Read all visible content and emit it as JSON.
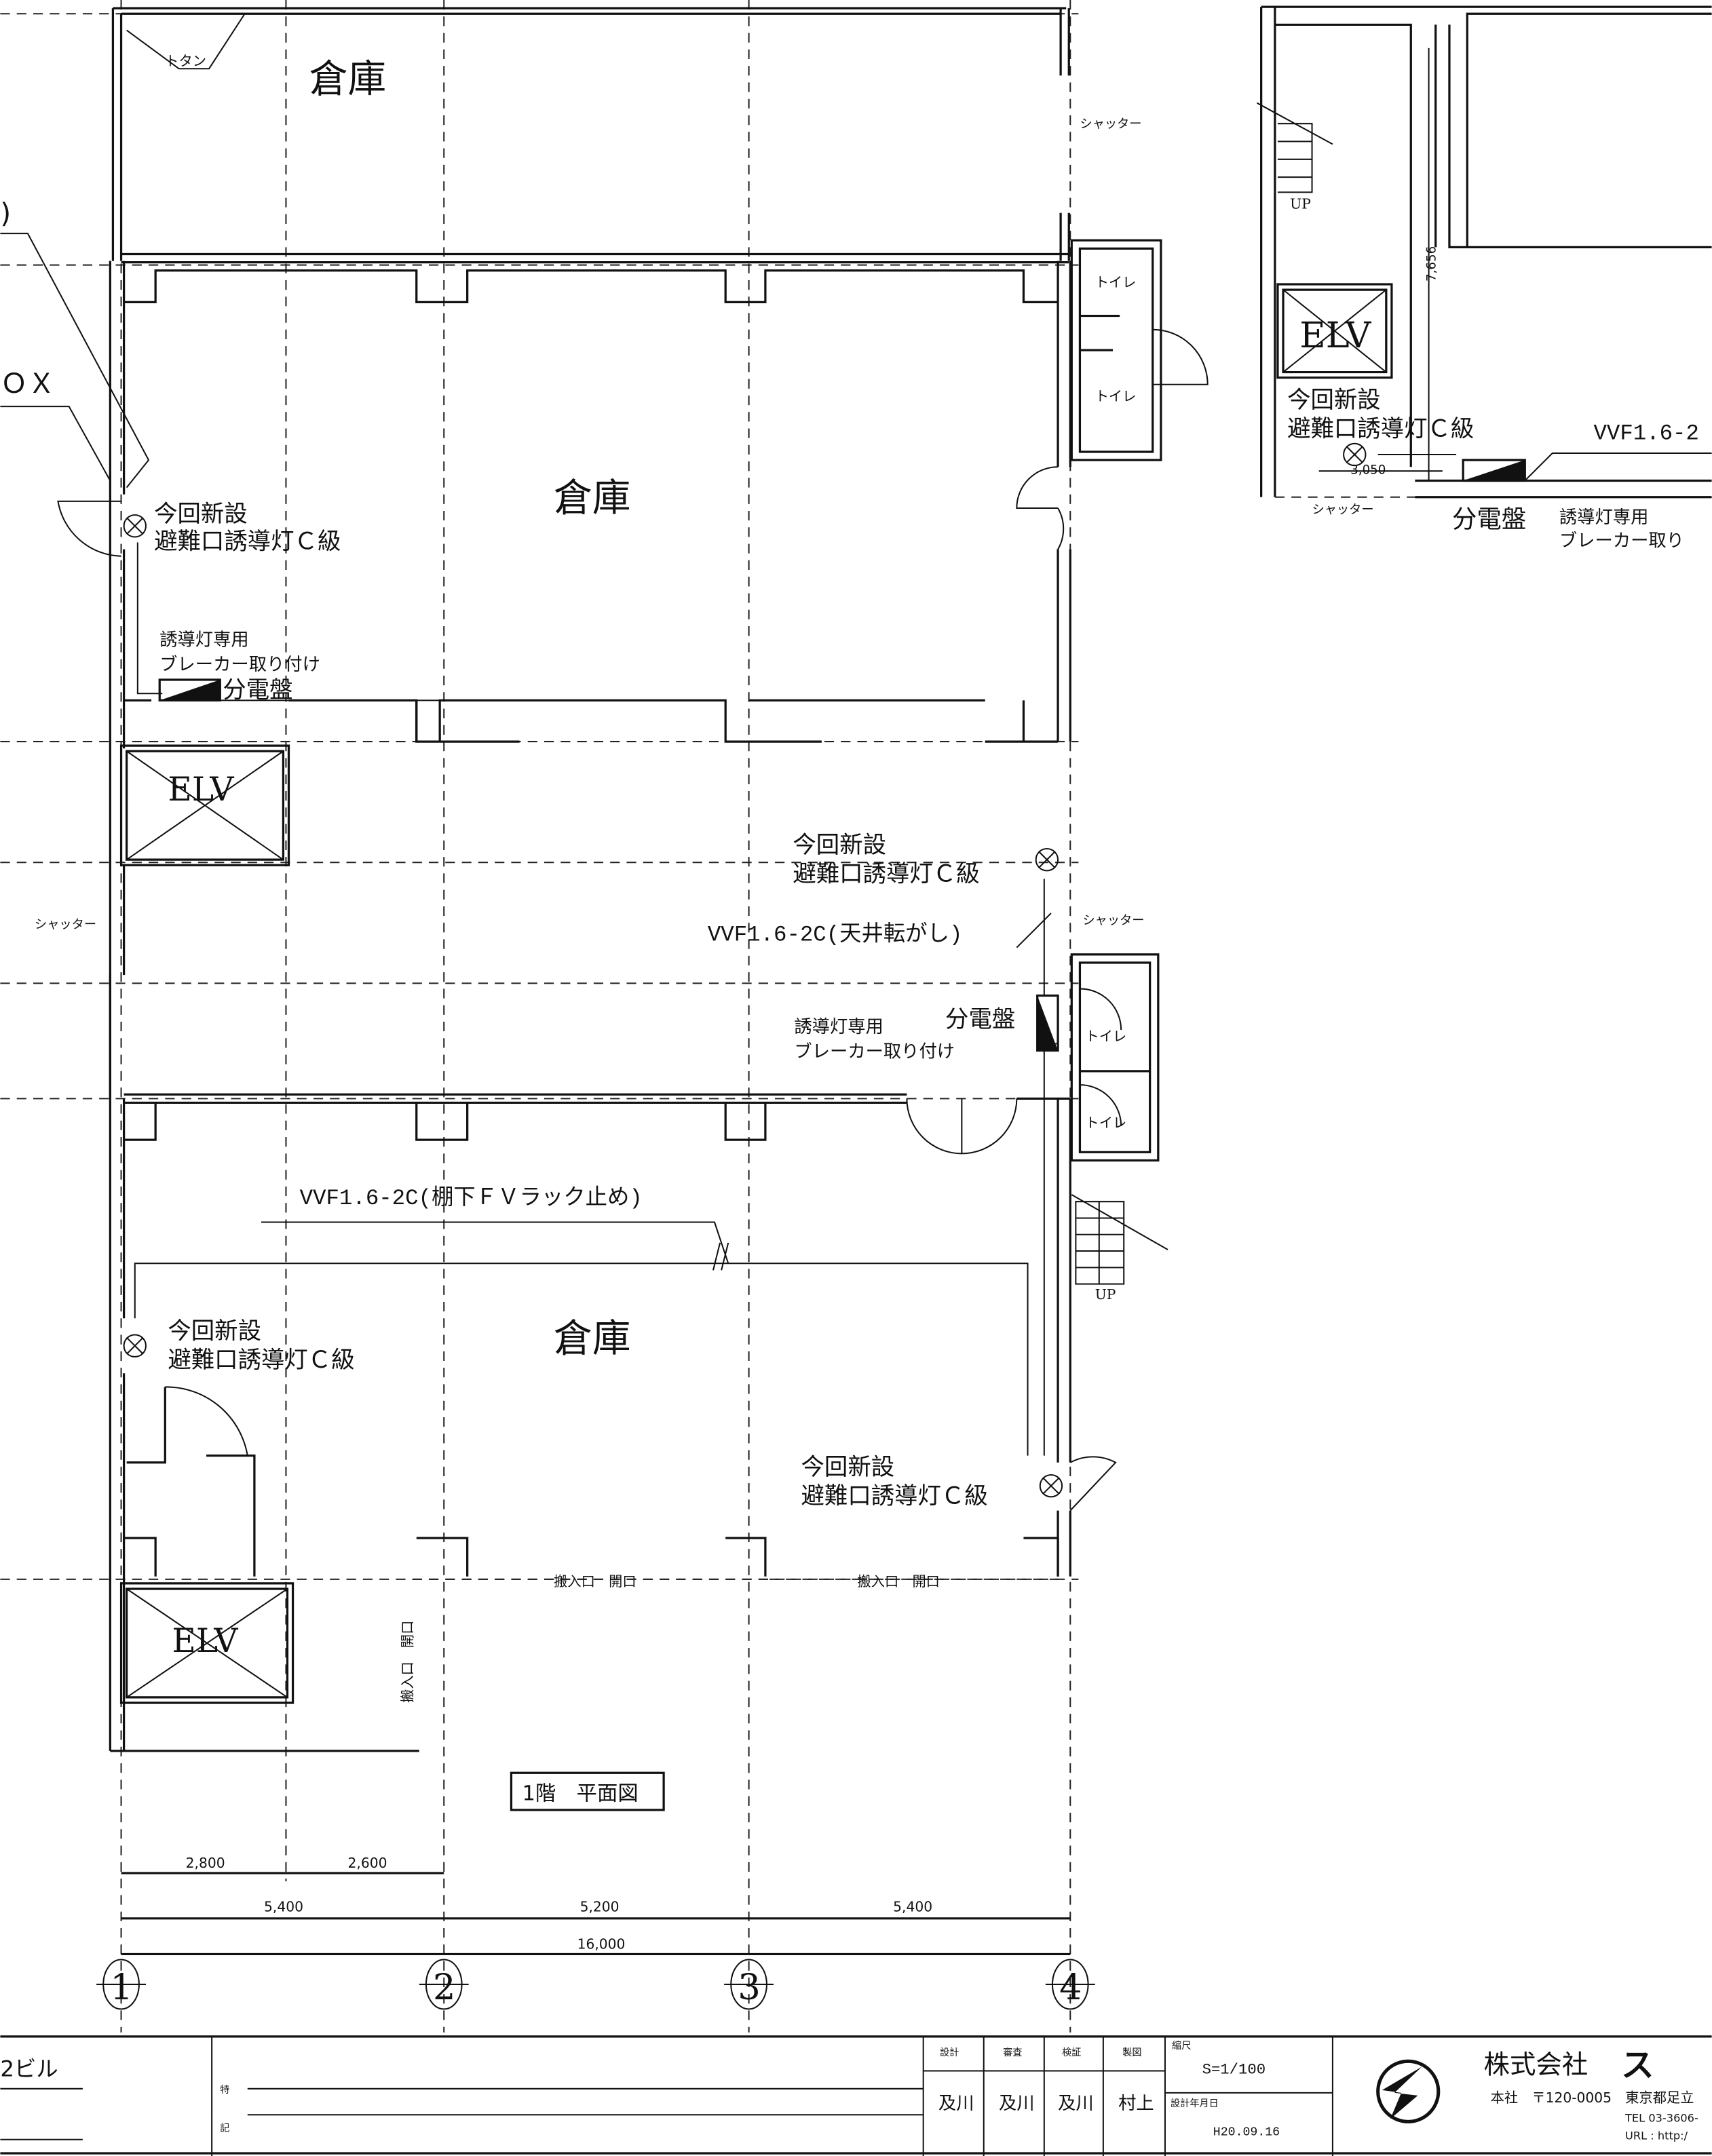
{
  "plan": {
    "title": "1階　平面図",
    "rooms": {
      "warehouse_top": "倉庫",
      "warehouse_mid": "倉庫",
      "warehouse_bottom": "倉庫"
    },
    "tin_label": "トタン",
    "left_cut_label_1": ")",
    "left_cut_label_2": "ＯＸ",
    "elv": [
      "ELV",
      "ELV",
      "ELV"
    ],
    "toilet": [
      "トイレ",
      "トイレ",
      "トイレ",
      "トイレ"
    ],
    "shutter": [
      "シャッター",
      "シャッター",
      "シャッター",
      "シャッター"
    ],
    "up": [
      "UP",
      "UP"
    ],
    "exit_light_line1": "今回新設",
    "exit_light_line2": "避難口誘導灯Ｃ級",
    "breaker_line1": "誘導灯専用",
    "breaker_line2": "ブレーカー取り付け",
    "breaker_line2_cut": "ブレーカー取り",
    "panel": "分電盤",
    "cable_ceiling": "VVF1.6-2C(天井転がし)",
    "cable_rack": "VVF1.6-2C(棚下ＦＶラック止め)",
    "cable_annex": "VVF1.6-2",
    "loading_opening": "搬入口　開口",
    "annex_dim_vertical": "7,656",
    "annex_dim_horizontal": "3,050"
  },
  "dimensions": {
    "sub": [
      "2,800",
      "2,600"
    ],
    "spans": [
      "5,400",
      "5,200",
      "5,400"
    ],
    "total": "16,000"
  },
  "axes": [
    "1",
    "2",
    "3",
    "4"
  ],
  "title_block": {
    "project_fragment": "2ビル",
    "notes_label_1": "特",
    "notes_label_2": "記",
    "roles": [
      "設計",
      "審査",
      "検証",
      "製図"
    ],
    "names": [
      "及川",
      "及川",
      "及川",
      "村上"
    ],
    "scale_label": "縮尺",
    "scale_value": "S=1/100",
    "date_label": "設計年月日",
    "date_value": "H20.09.16",
    "company": "株式会社",
    "company_brand_fragment": "ス",
    "address": "本社　〒120-0005　東京都足立",
    "tel": "TEL 03-3606-",
    "url": "URL : http:/"
  }
}
